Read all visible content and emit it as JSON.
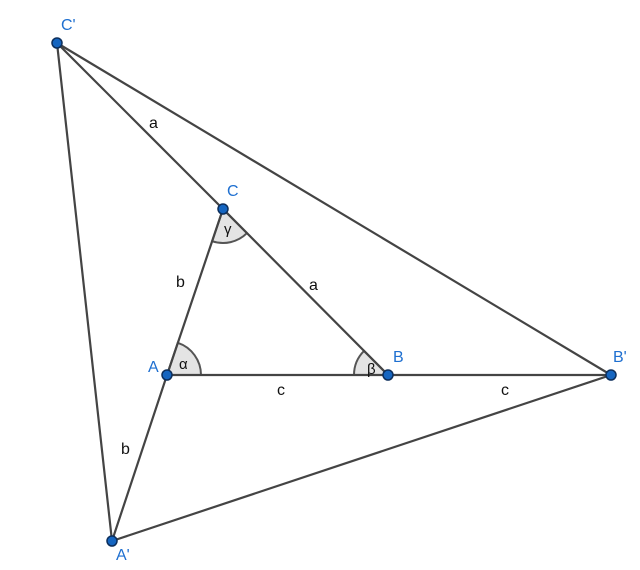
{
  "colors": {
    "point": "#1565c0",
    "point_label": "#1e6fd0",
    "segment": "#444444",
    "angle_fill": "#d9d9d9"
  },
  "points": {
    "A": "A",
    "B": "B",
    "C": "C",
    "A_prime": "A'",
    "B_prime": "B'",
    "C_prime": "C'"
  },
  "segments": {
    "a_outer": "a",
    "a_inner": "a",
    "b_inner": "b",
    "b_outer": "b",
    "c_inner": "c",
    "c_outer": "c"
  },
  "angles": {
    "alpha": "α",
    "beta": "β",
    "gamma": "γ"
  }
}
